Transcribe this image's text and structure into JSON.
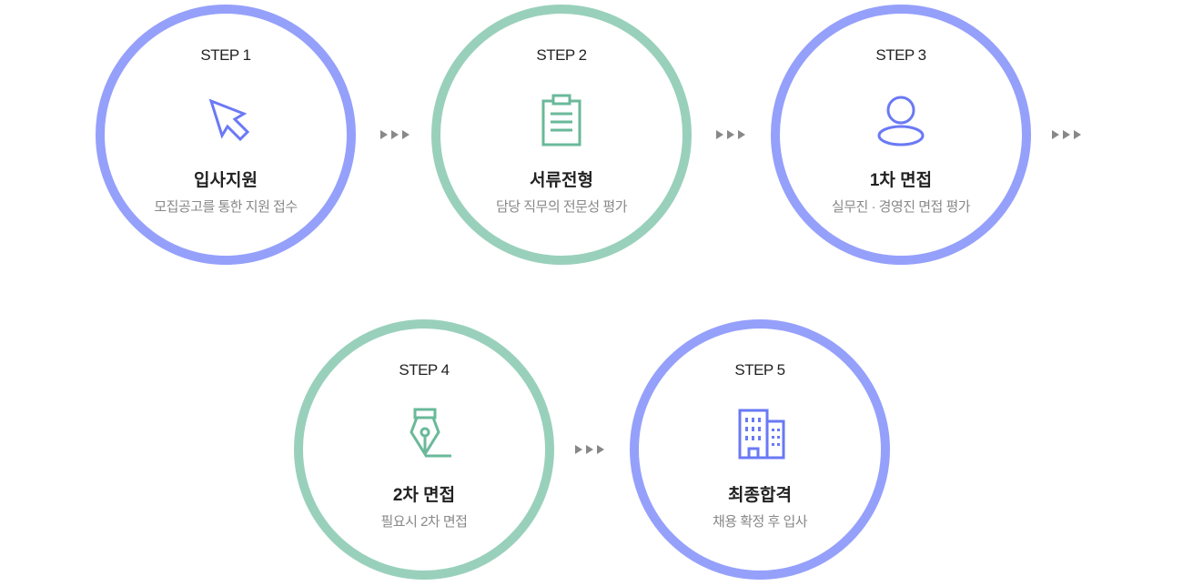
{
  "colors": {
    "purple": "#95a0fb",
    "green": "#99d0bc",
    "purple_icon": "#6a79f5",
    "green_icon": "#6ab99a"
  },
  "steps": [
    {
      "label": "STEP 1",
      "icon": "cursor-icon",
      "title": "입사지원",
      "desc": "모집공고를 통한 지원 접수"
    },
    {
      "label": "STEP 2",
      "icon": "clipboard-icon",
      "title": "서류전형",
      "desc": "담당 직무의 전문성 평가"
    },
    {
      "label": "STEP 3",
      "icon": "user-icon",
      "title": "1차 면접",
      "desc": "실무진 · 경영진 면접 평가"
    },
    {
      "label": "STEP 4",
      "icon": "pen-icon",
      "title": "2차 면접",
      "desc": "필요시 2차 면접"
    },
    {
      "label": "STEP 5",
      "icon": "building-icon",
      "title": "최종합격",
      "desc": "채용 확정 후 입사"
    }
  ]
}
